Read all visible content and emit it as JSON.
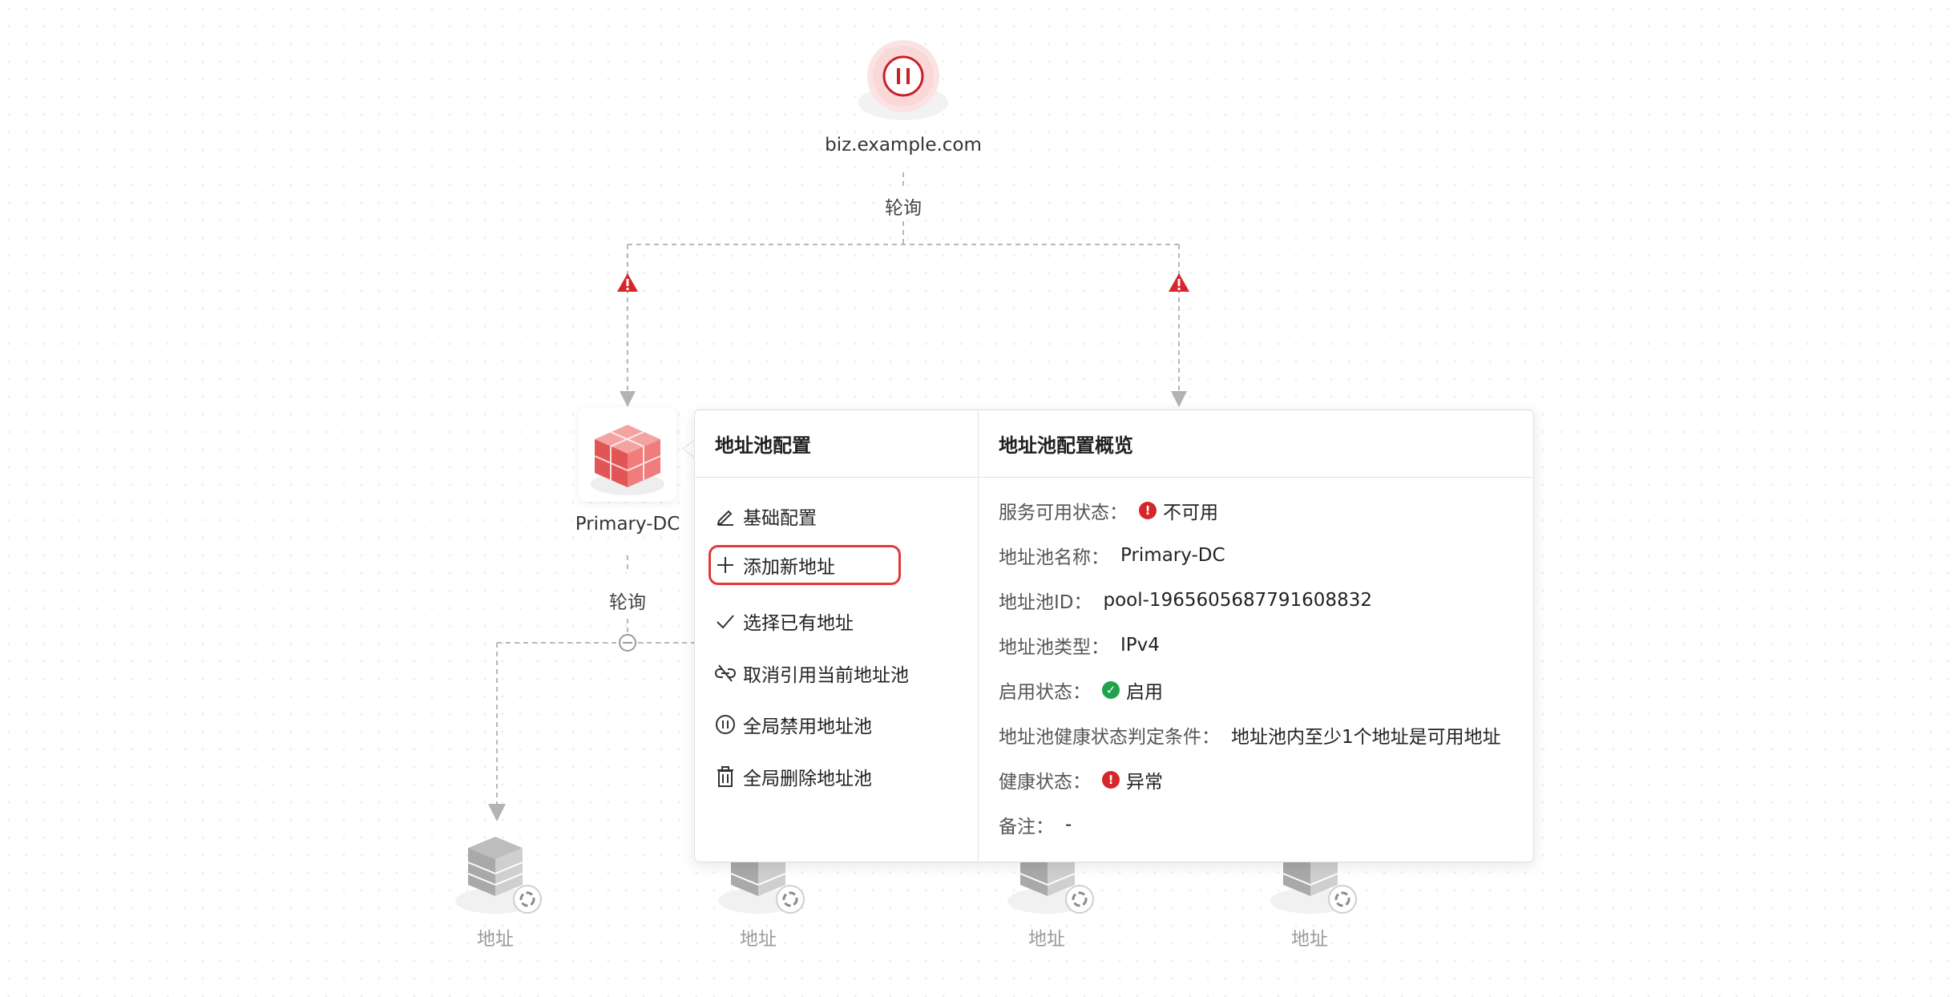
{
  "colors": {
    "accent": "#e03a3a",
    "ok": "#1fa34a",
    "error": "#d6262b",
    "line": "#b5b5b5"
  },
  "domain_node": {
    "label": "biz.example.com",
    "icon": "pause-circle-icon"
  },
  "edge_label_top": "轮询",
  "pool_node": {
    "label": "Primary-DC",
    "icon": "address-pool-cube-icon"
  },
  "edge_label_pool": "轮询",
  "addresses": [
    {
      "label": "地址"
    },
    {
      "label": "地址"
    },
    {
      "label": "地址"
    },
    {
      "label": "地址"
    }
  ],
  "popup": {
    "menu_title": "地址池配置",
    "menu": [
      {
        "label": "基础配置",
        "icon": "edit-icon"
      },
      {
        "label": "添加新地址",
        "icon": "plus-icon"
      },
      {
        "label": "选择已有地址",
        "icon": "check-icon"
      },
      {
        "label": "取消引用当前地址池",
        "icon": "unlink-icon"
      },
      {
        "label": "全局禁用地址池",
        "icon": "pause-circle-icon"
      },
      {
        "label": "全局删除地址池",
        "icon": "trash-icon"
      }
    ],
    "overview_title": "地址池配置概览",
    "overview": [
      {
        "key": "服务可用状态：",
        "value": "不可用",
        "status": "error"
      },
      {
        "key": "地址池名称：",
        "value": "Primary-DC"
      },
      {
        "key": "地址池ID：",
        "value": "pool-1965605687791608832"
      },
      {
        "key": "地址池类型：",
        "value": "IPv4"
      },
      {
        "key": "启用状态：",
        "value": "启用",
        "status": "ok"
      },
      {
        "key": "地址池健康状态判定条件：",
        "value": "地址池内至少1个地址是可用地址"
      },
      {
        "key": "健康状态：",
        "value": "异常",
        "status": "error"
      },
      {
        "key": "备注：",
        "value": "-"
      }
    ]
  }
}
